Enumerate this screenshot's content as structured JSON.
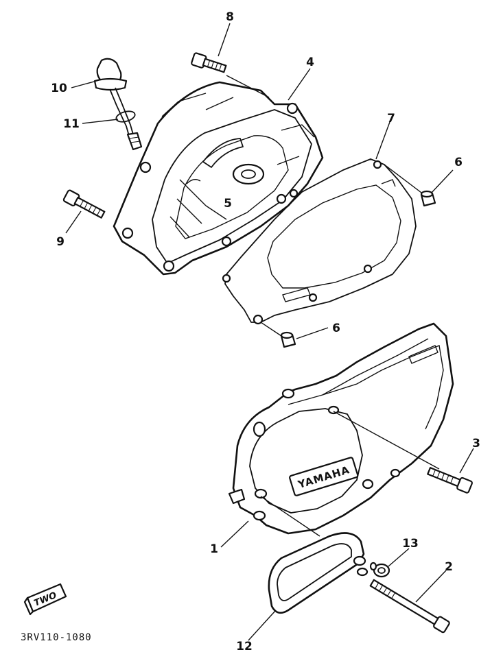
{
  "diagram": {
    "part_code": "3RV110-1080",
    "badge_text": "TWO",
    "brand_text": "YAMAHA",
    "callouts": {
      "c1": "1",
      "c2": "2",
      "c3": "3",
      "c4": "4",
      "c5": "5",
      "c6a": "6",
      "c6b": "6",
      "c7": "7",
      "c8": "8",
      "c9": "9",
      "c10": "10",
      "c11": "11",
      "c12": "12",
      "c13": "13"
    }
  }
}
